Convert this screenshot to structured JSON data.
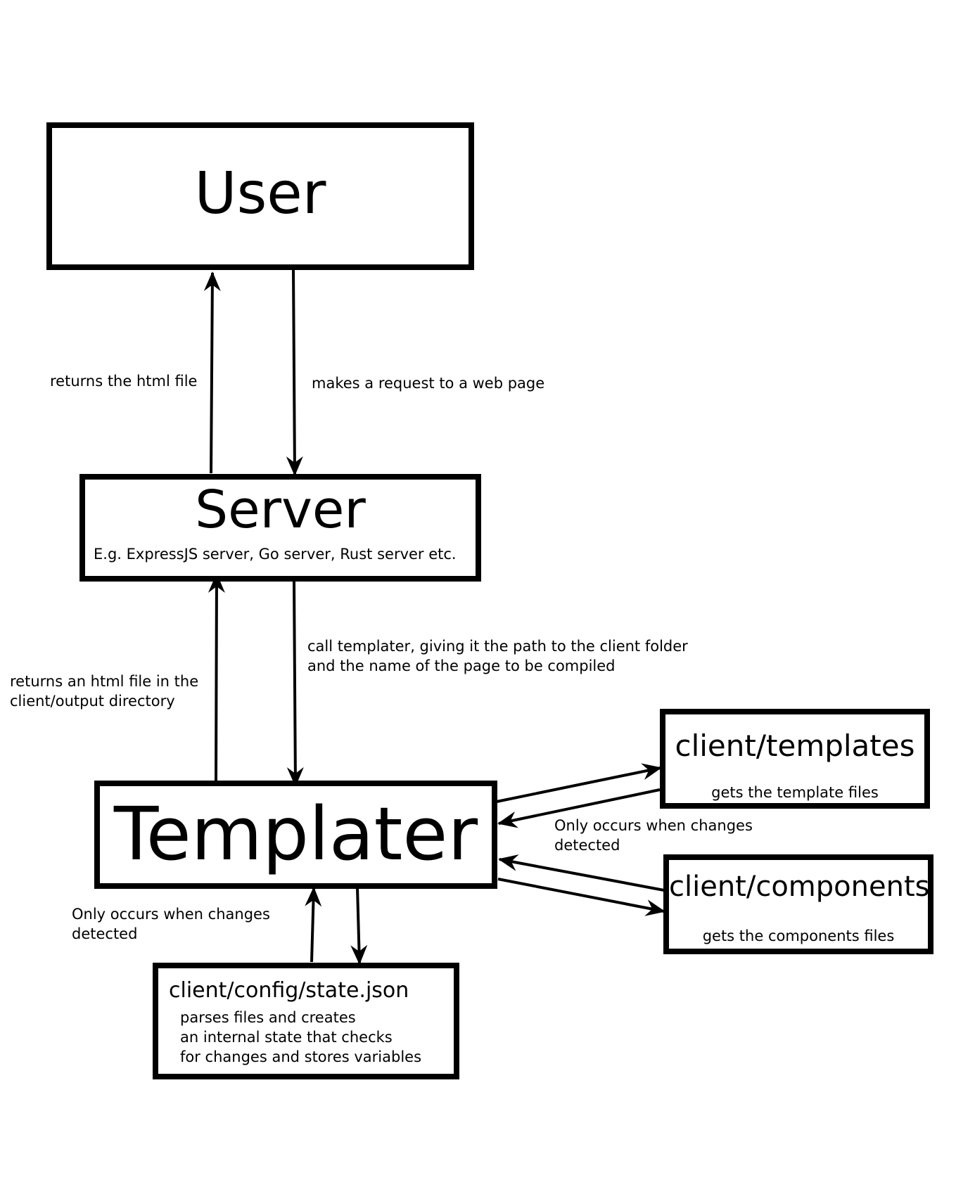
{
  "nodes": {
    "user": {
      "title": "User"
    },
    "server": {
      "title": "Server",
      "subtitle": "E.g. ExpressJS server, Go server, Rust server etc."
    },
    "templater": {
      "title": "Templater"
    },
    "templates": {
      "title": "client/templates",
      "subtitle": "gets the template files"
    },
    "components": {
      "title": "client/components",
      "subtitle": "gets the components files"
    },
    "state": {
      "title": "client/config/state.json",
      "desc": [
        "parses files and creates",
        "an internal state that checks",
        "for changes and stores variables"
      ]
    }
  },
  "edges": {
    "server_to_user": "returns the html file",
    "user_to_server": "makes a request to a web page",
    "templater_to_server": [
      "returns an html file in the",
      "client/output directory"
    ],
    "server_to_templater": [
      "call templater, giving it the path to the client folder",
      "and the name of the page to be compiled"
    ],
    "templates_note": [
      "Only occurs when changes",
      "detected"
    ],
    "state_note": [
      "Only occurs when changes",
      "detected"
    ]
  },
  "colors": {
    "stroke": "#000000",
    "background": "#ffffff"
  }
}
